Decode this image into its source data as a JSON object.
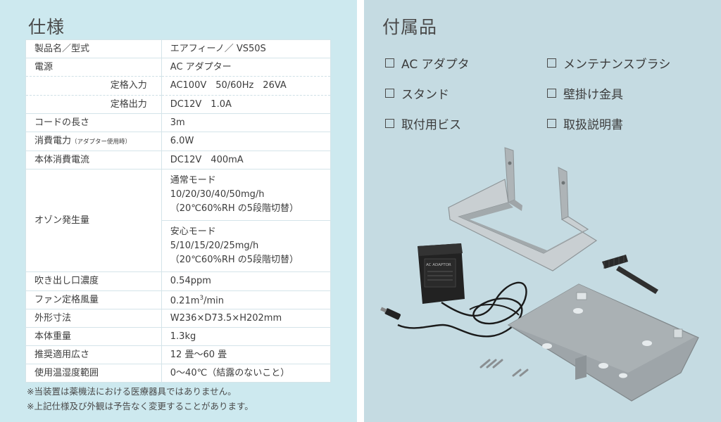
{
  "spec": {
    "title": "仕様",
    "rows": {
      "model": {
        "label": "製品名／型式",
        "value": "エアフィーノ／ VS50S"
      },
      "power": {
        "label": "電源",
        "value": "AC アダプター"
      },
      "rated_in": {
        "label": "定格入力",
        "value": "AC100V　50/60Hz　26VA"
      },
      "rated_out": {
        "label": "定格出力",
        "value": "DC12V　1.0A"
      },
      "cord": {
        "label": "コードの長さ",
        "value": "3m"
      },
      "consumption": {
        "label": "消費電力",
        "note": "（アダプター使用時）",
        "value": "6.0W"
      },
      "current": {
        "label": "本体消費電流",
        "value": "DC12V　400mA"
      },
      "ozone": {
        "label": "オゾン発生量",
        "normal": {
          "mode": "通常モード",
          "values": "10/20/30/40/50mg/h",
          "steps": "（20℃60%RH の5段階切替）"
        },
        "safe": {
          "mode": "安心モード",
          "values": "5/10/15/20/25mg/h",
          "steps": "（20℃60%RH の5段階切替）"
        }
      },
      "outlet": {
        "label": "吹き出し口濃度",
        "value": "0.54ppm"
      },
      "fan": {
        "label": "ファン定格風量",
        "value_main": "0.21m",
        "value_sup": "3",
        "value_unit": "/min"
      },
      "size": {
        "label": "外形寸法",
        "value": "W236×D73.5×H202mm"
      },
      "weight": {
        "label": "本体重量",
        "value": "1.3kg"
      },
      "area": {
        "label": "推奨適用広さ",
        "value": "12 畳〜60 畳"
      },
      "temp": {
        "label": "使用温湿度範囲",
        "value": "0〜40℃（結露のないこと）"
      }
    },
    "notes": [
      "※当装置は薬機法における医療器具ではありません。",
      "※上記仕様及び外観は予告なく変更することがあります。"
    ]
  },
  "accessories": {
    "title": "付属品",
    "items": [
      "AC アダプタ",
      "メンテナンスブラシ",
      "スタンド",
      "壁掛け金具",
      "取付用ビス",
      "取扱説明書"
    ],
    "adapter_label": "AC ADAPTOR"
  },
  "colors": {
    "left_bg": "#cde9ef",
    "right_bg": "#c5dbe2",
    "divider": "#ffffff"
  }
}
